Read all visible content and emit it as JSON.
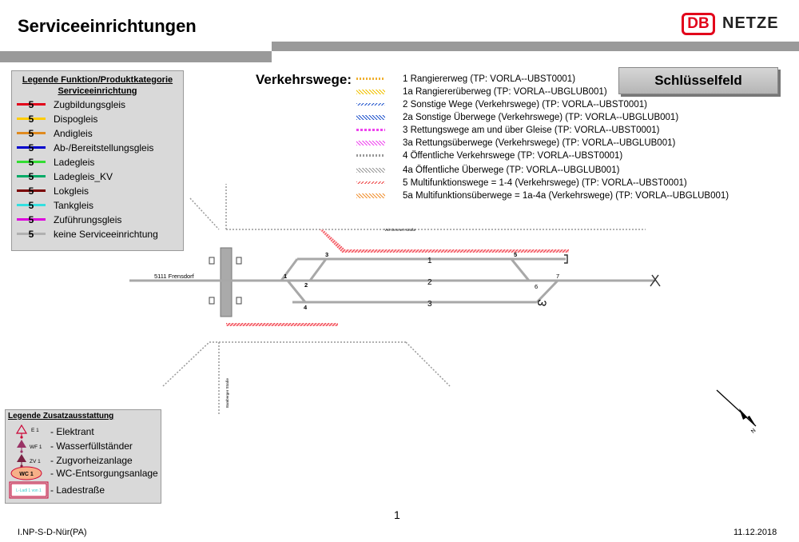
{
  "header": {
    "title": "Serviceeinrichtungen",
    "logo_db": "DB",
    "logo_netze": "NETZE"
  },
  "legend_function": {
    "title_line1": "Legende Funktion/Produktkategorie",
    "title_line2": "Serviceeinrichtung",
    "number": "5",
    "items": [
      {
        "label": "Zugbildungsgleis",
        "color": "#e2001a"
      },
      {
        "label": "Dispogleis",
        "color": "#ffcc00"
      },
      {
        "label": "Andigleis",
        "color": "#e08a1e"
      },
      {
        "label": "Ab-/Bereitstellungsgleis",
        "color": "#0000cc"
      },
      {
        "label": "Ladegleis",
        "color": "#33dd33"
      },
      {
        "label": "Ladegleis_KV",
        "color": "#00aa66"
      },
      {
        "label": "Lokgleis",
        "color": "#7a0000"
      },
      {
        "label": "Tankgleis",
        "color": "#33e0e0"
      },
      {
        "label": "Zuführungsgleis",
        "color": "#dd00dd"
      },
      {
        "label": "keine Serviceeinrichtung",
        "color": "#b0b0b0"
      }
    ]
  },
  "legend_equipment": {
    "title": "Legende Zusatzausstattung",
    "items": [
      {
        "code": "E 1",
        "label": "- Elektrant"
      },
      {
        "code": "WF 1",
        "label": "- Wasserfüllständer"
      },
      {
        "code": "ZV 1",
        "label": "- Zugvorheizanlage"
      },
      {
        "code": "WC 1",
        "label": "- WC-Entsorgungsanlage"
      },
      {
        "code": "L-Ladl 1 von 1",
        "label": "- Ladestraße"
      }
    ]
  },
  "verkehrswege": {
    "title": "Verkehrswege:",
    "items": [
      {
        "label": "1    Rangiererweg (TP: VORLA--UBST0001)",
        "color": "#f0b030",
        "style": "dots"
      },
      {
        "label": "1a Rangiererüberweg (TP: VORLA--UBGLUB001)",
        "color": "#f0c000",
        "style": "hatch"
      },
      {
        "label": "2   Sonstige Wege (Verkehrswege) (TP: VORLA--UBST0001)",
        "color": "#2255cc",
        "style": "wave"
      },
      {
        "label": "2a Sonstige Überwege (Verkehrswege) (TP: VORLA--UBGLUB001)",
        "color": "#2255cc",
        "style": "hatch"
      },
      {
        "label": "3   Rettungswege am und über Gleise (TP: VORLA--UBST0001)",
        "color": "#ee44ee",
        "style": "dash"
      },
      {
        "label": "3a Rettungsüberwege (Verkehrswege) (TP: VORLA--UBGLUB001)",
        "color": "#ee44ee",
        "style": "hatch"
      },
      {
        "label": "4   Öffentliche Verkehrswege (TP: VORLA--UBST0001)",
        "color": "#999999",
        "style": "dots"
      },
      {
        "label": "4a Öffentliche Überwege (TP: VORLA--UBGLUB001)",
        "color": "#999999",
        "style": "hatch"
      },
      {
        "label": "5   Multifunktionswege = 1-4 (Verkehrswege) (TP: VORLA--UBST0001)",
        "color": "#ee4444",
        "style": "wave"
      },
      {
        "label": "5a Multifunktionsüberwege = 1a-4a (Verkehrswege) (TP: VORLA--UBGLUB001)",
        "color": "#f09030",
        "style": "hatch"
      }
    ]
  },
  "station": {
    "name": "Schlüsselfeld"
  },
  "track_plan": {
    "track_labels": [
      "1",
      "2",
      "3"
    ],
    "switch_labels": [
      "1",
      "2",
      "3",
      "4",
      "5",
      "6",
      "7"
    ],
    "line_ref": "5111  Frensdorf",
    "road_top": "Veit-Dennert-straße",
    "road_vertical": "Bamberger Straße",
    "big_numeral": "3"
  },
  "footer": {
    "left": "I.NP-S-D-Nür(PA)",
    "right": "11.12.2018",
    "page": "1"
  },
  "compass": {
    "letter": "N"
  }
}
